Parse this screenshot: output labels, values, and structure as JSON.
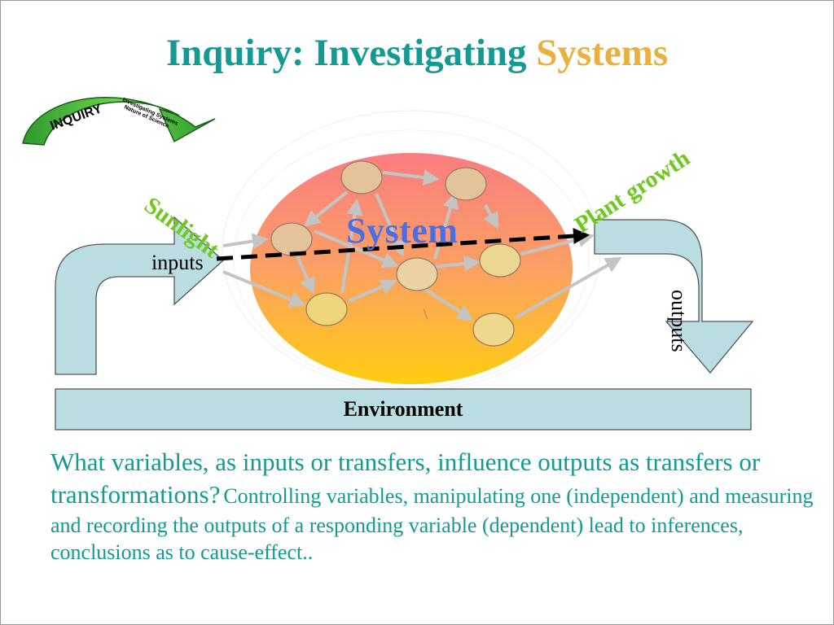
{
  "title": {
    "part1": "Inquiry: Investigating ",
    "part2": "Systems"
  },
  "logo": {
    "main_text": "INQUIRY",
    "sub_line1": "Investigating Systems",
    "sub_line2": "Nature of Science"
  },
  "diagram": {
    "system_label": "System",
    "inputs_label": "inputs",
    "outputs_label": "outputs",
    "environment_label": "Environment",
    "input_example": "Sunlight",
    "output_example": "Plant growth",
    "stray_mark": "\\"
  },
  "paragraph": {
    "large_text": "What variables, as inputs or transfers,  influence outputs as transfers or transformations?",
    "small_text": "Controlling variables, manipulating one (independent) and measuring and recording the outputs of a responding variable (dependent) lead to inferences, conclusions as to cause-effect.."
  },
  "colors": {
    "title": "#129a93",
    "title_accent": "#e9b040",
    "label_green": "#6ec81e",
    "system_blue": "#4a6fe3",
    "arrow_fill": "#b9dde0"
  }
}
